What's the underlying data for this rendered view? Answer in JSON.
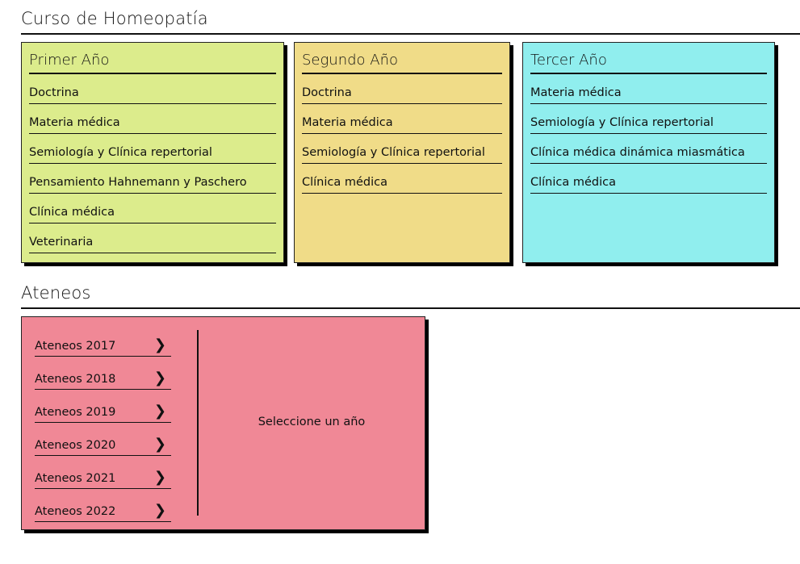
{
  "course": {
    "title": "Curso de Homeopatía",
    "cards": [
      {
        "title": "Primer Año",
        "color": "#dcec8c",
        "items": [
          "Doctrina",
          "Materia médica",
          "Semiología y Clínica repertorial",
          "Pensamiento Hahnemann y Paschero",
          "Clínica médica",
          "Veterinaria"
        ]
      },
      {
        "title": "Segundo Año",
        "color": "#f0dc88",
        "items": [
          "Doctrina",
          "Materia médica",
          "Semiología y Clínica repertorial",
          "Clínica médica"
        ]
      },
      {
        "title": "Tercer Año",
        "color": "#90eeee",
        "items": [
          "Materia médica",
          "Semiología y Clínica repertorial",
          "Clínica médica dinámica miasmática",
          "Clínica médica"
        ]
      }
    ]
  },
  "ateneos": {
    "title": "Ateneos",
    "color": "#f08896",
    "years": [
      "Ateneos 2017",
      "Ateneos 2018",
      "Ateneos 2019",
      "Ateneos 2020",
      "Ateneos 2021",
      "Ateneos 2022"
    ],
    "placeholder": "Seleccione un año"
  }
}
